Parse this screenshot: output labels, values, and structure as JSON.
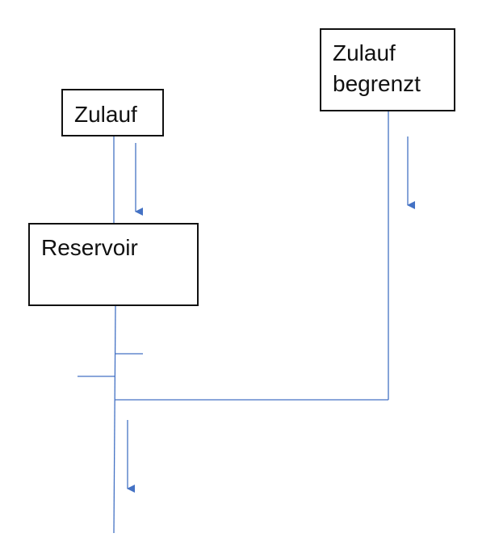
{
  "colors": {
    "line": "#4472C4",
    "box_border": "#111111",
    "text": "#111111"
  },
  "boxes": {
    "zulauf": {
      "label": "Zulauf"
    },
    "reservoir": {
      "label": "Reservoir"
    },
    "zulauf_begrenzt": {
      "line1": "Zulauf",
      "line2": "begrenzt"
    }
  }
}
